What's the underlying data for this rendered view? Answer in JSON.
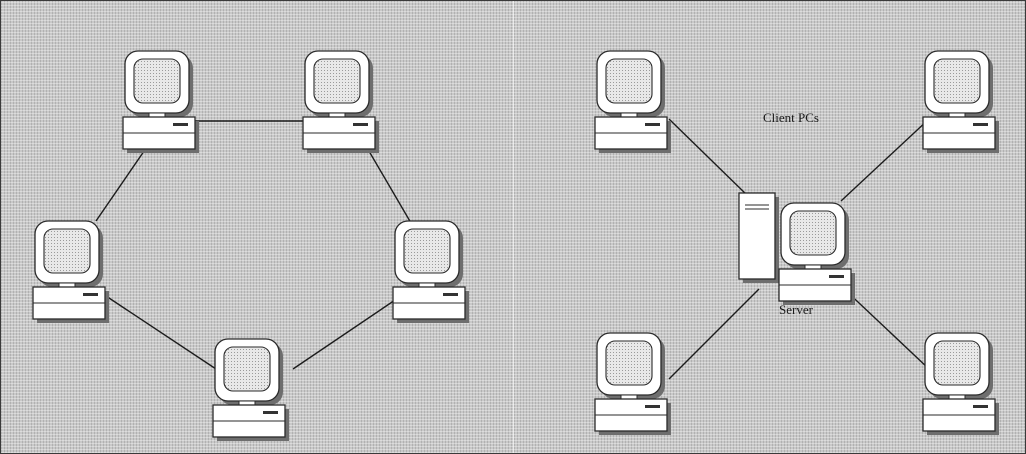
{
  "diagrams": [
    {
      "topology": "peer-to-peer ring",
      "nodes": [
        {
          "type": "workstation"
        },
        {
          "type": "workstation"
        },
        {
          "type": "workstation"
        },
        {
          "type": "workstation"
        },
        {
          "type": "workstation"
        }
      ],
      "edges": [
        [
          0,
          1
        ],
        [
          1,
          3
        ],
        [
          3,
          4
        ],
        [
          4,
          2
        ],
        [
          2,
          0
        ]
      ]
    },
    {
      "topology": "client-server star",
      "labels": {
        "clients": "Client PCs",
        "server": "Server"
      },
      "nodes": [
        {
          "type": "server"
        },
        {
          "type": "client"
        },
        {
          "type": "client"
        },
        {
          "type": "client"
        },
        {
          "type": "client"
        }
      ],
      "edges": [
        [
          0,
          1
        ],
        [
          0,
          2
        ],
        [
          0,
          3
        ],
        [
          0,
          4
        ]
      ]
    }
  ],
  "colors": {
    "background": "#c9c9c9",
    "device_fill": "#ffffff",
    "outline": "#2a2a2a",
    "shadow": "#6e6e6e"
  }
}
